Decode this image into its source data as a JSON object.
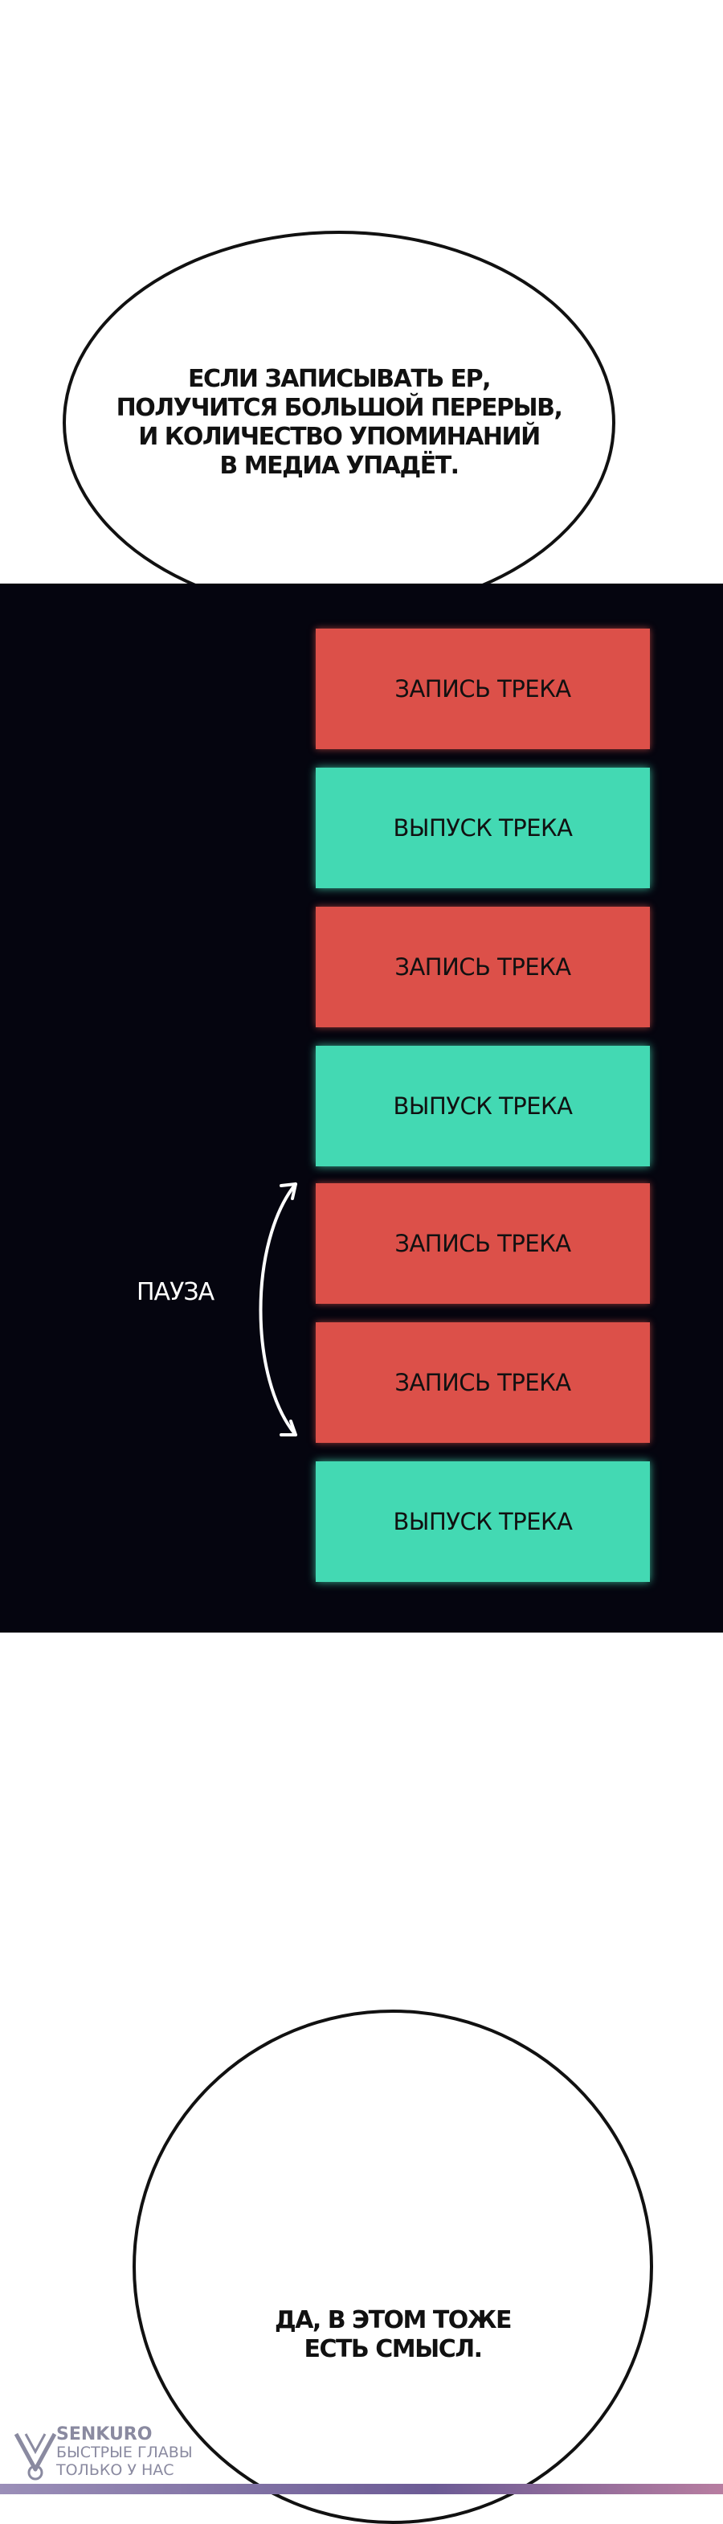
{
  "bubble_top": {
    "lines": [
      "ЕСЛИ ЗАПИСЫВАТЬ ЕР,",
      "ПОЛУЧИТСЯ БОЛЬШОЙ ПЕРЕРЫВ,",
      "И КОЛИЧЕСТВО УПОМИНАНИЙ",
      "В МЕДИА УПАДЁТ."
    ]
  },
  "diagram": {
    "blocks": [
      {
        "label": "ЗАПИСЬ ТРЕКА",
        "kind": "record",
        "color": "#dc5049"
      },
      {
        "label": "ВЫПУСК ТРЕКА",
        "kind": "release",
        "color": "#43d9b3"
      },
      {
        "label": "ЗАПИСЬ ТРЕКА",
        "kind": "record",
        "color": "#dc5049"
      },
      {
        "label": "ВЫПУСК ТРЕКА",
        "kind": "release",
        "color": "#43d9b3"
      },
      {
        "label": "ЗАПИСЬ ТРЕКА",
        "kind": "record",
        "color": "#dc5049"
      },
      {
        "label": "ЗАПИСЬ ТРЕКА",
        "kind": "record",
        "color": "#dc5049"
      },
      {
        "label": "ВЫПУСК ТРЕКА",
        "kind": "release",
        "color": "#43d9b3"
      }
    ],
    "pause_label": "ПАУЗА",
    "background": "#05050f"
  },
  "bubble_bottom": {
    "lines": [
      "ДА, В ЭТОМ ТОЖЕ",
      "ЕСТЬ СМЫСЛ."
    ]
  },
  "watermark": {
    "brand": "SENKURO",
    "line1": "БЫСТРЫЕ ГЛАВЫ",
    "line2": "ТОЛЬКО У НАС"
  }
}
